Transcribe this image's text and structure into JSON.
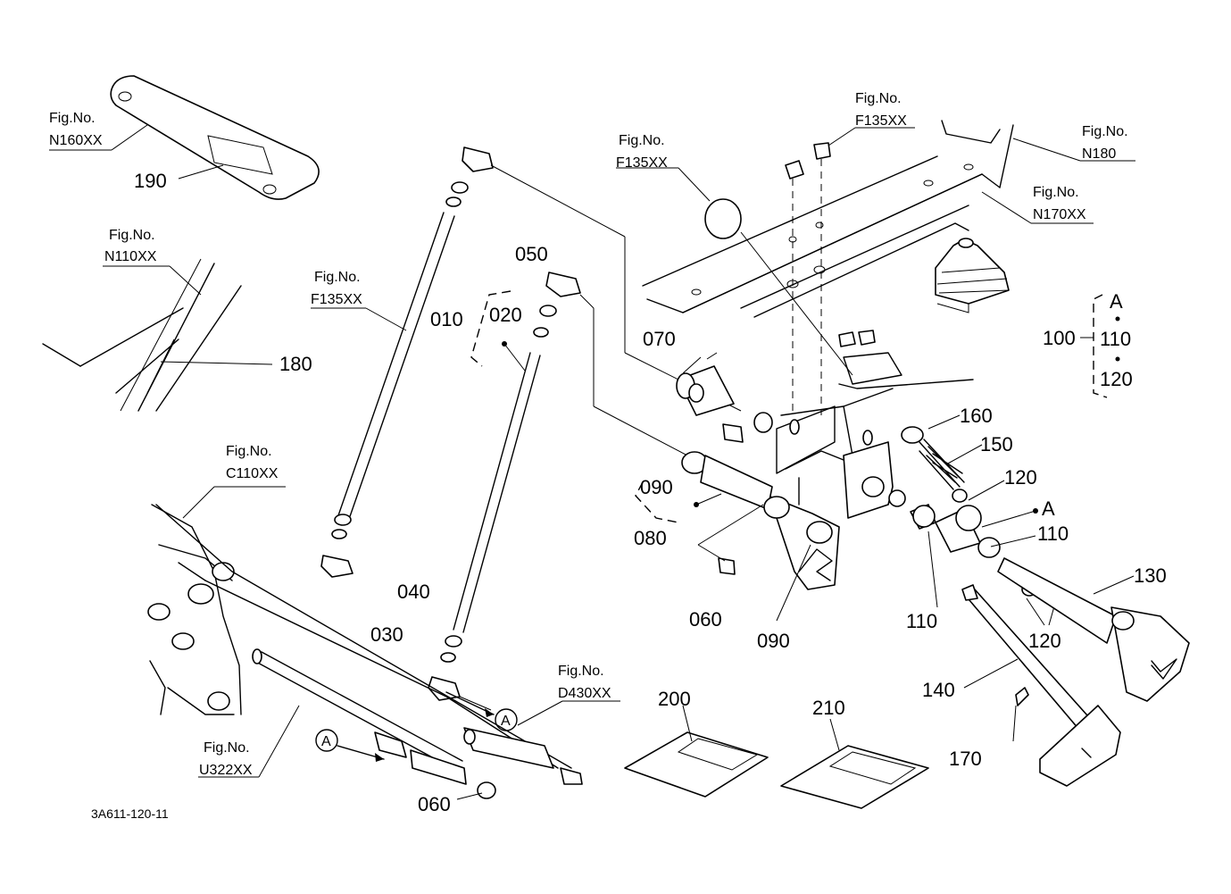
{
  "drawing_code": "3A611-120-11",
  "fig_refs": {
    "n160": {
      "label": "Fig.No.",
      "code": "N160XX"
    },
    "n110": {
      "label": "Fig.No.",
      "code": "N110XX"
    },
    "f135_left": {
      "label": "Fig.No.",
      "code": "F135XX"
    },
    "f135_mid": {
      "label": "Fig.No.",
      "code": "F135XX"
    },
    "f135_top": {
      "label": "Fig.No.",
      "code": "F135XX"
    },
    "n180": {
      "label": "Fig.No.",
      "code": "N180"
    },
    "n170": {
      "label": "Fig.No.",
      "code": "N170XX"
    },
    "c110": {
      "label": "Fig.No.",
      "code": "C110XX"
    },
    "u322": {
      "label": "Fig.No.",
      "code": "U322XX"
    },
    "d430": {
      "label": "Fig.No.",
      "code": "D430XX"
    }
  },
  "parts": {
    "p010": "010",
    "p020": "020",
    "p030": "030",
    "p040": "040",
    "p050": "050",
    "p060a": "060",
    "p060b": "060",
    "p070": "070",
    "p080": "080",
    "p090a": "090",
    "p090b": "090",
    "p100": "100",
    "p110a": "110",
    "p110b": "110",
    "p110c": "110",
    "p120a": "120",
    "p120b": "120",
    "p120c": "120",
    "p130": "130",
    "p140": "140",
    "p150": "150",
    "p160": "160",
    "p170": "170",
    "p180": "180",
    "p190": "190",
    "p200": "200",
    "p210": "210"
  },
  "markers": {
    "a_bracket": "A",
    "a_right": "A",
    "a_circle_1": "A",
    "a_circle_2": "A"
  }
}
